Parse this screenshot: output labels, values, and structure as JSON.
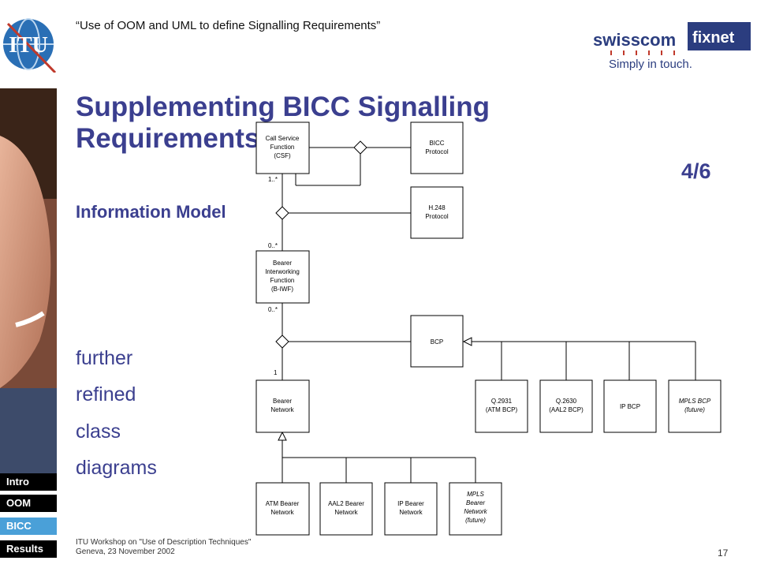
{
  "header": {
    "text": "“Use of OOM and UML to define Signalling Requirements”"
  },
  "logos": {
    "itu": "ITU",
    "swisscom": "swisscom",
    "fixnet": "fixnet",
    "tagline": "Simply in touch."
  },
  "title": "Supplementing BICC Signalling\nRequirements",
  "page_indicator": "4/6",
  "subtitle": "Information Model",
  "side_words": [
    "further",
    "refined",
    "class",
    "diagrams"
  ],
  "nav": {
    "items": [
      {
        "label": "Intro",
        "active": false
      },
      {
        "label": "OOM",
        "active": false
      },
      {
        "label": "BICC",
        "active": true
      },
      {
        "label": "Results",
        "active": false
      }
    ]
  },
  "footer": {
    "line1": "ITU Workshop on \"Use of Description Techniques\"",
    "line2": "Geneva, 23 November 2002"
  },
  "slide_number": "17",
  "colors": {
    "title": "#3b3f8f",
    "nav_active": "#4aa0d8",
    "nav_bg": "#000000",
    "fixnet_bg": "#2b3d7f"
  },
  "diagram": {
    "boxes": {
      "csf": [
        "Call Service",
        "Function",
        "(CSF)"
      ],
      "bicc": [
        "BICC",
        "Protocol"
      ],
      "h248": [
        "H.248",
        "Protocol"
      ],
      "biwf": [
        "Bearer",
        "Interworking",
        "Function",
        "(B-IWF)"
      ],
      "bcp": [
        "BCP"
      ],
      "bearer_network": [
        "Bearer",
        "Network"
      ],
      "q2931": [
        "Q.2931",
        "(ATM BCP)"
      ],
      "q2630": [
        "Q.2630",
        "(AAL2 BCP)"
      ],
      "ip_bcp": [
        "IP BCP"
      ],
      "mpls_bcp": [
        "MPLS BCP",
        "(future)"
      ],
      "atm_bn": [
        "ATM Bearer",
        "Network"
      ],
      "aal2_bn": [
        "AAL2 Bearer",
        "Network"
      ],
      "ip_bn": [
        "IP Bearer",
        "Network"
      ],
      "mpls_bn": [
        "MPLS",
        "Bearer",
        "Network",
        "(future)"
      ]
    },
    "multiplicities": {
      "csf_bottom": "1..*",
      "biwf_top": "0..*",
      "biwf_bottom": "0..*",
      "bearer_top": "1"
    }
  }
}
